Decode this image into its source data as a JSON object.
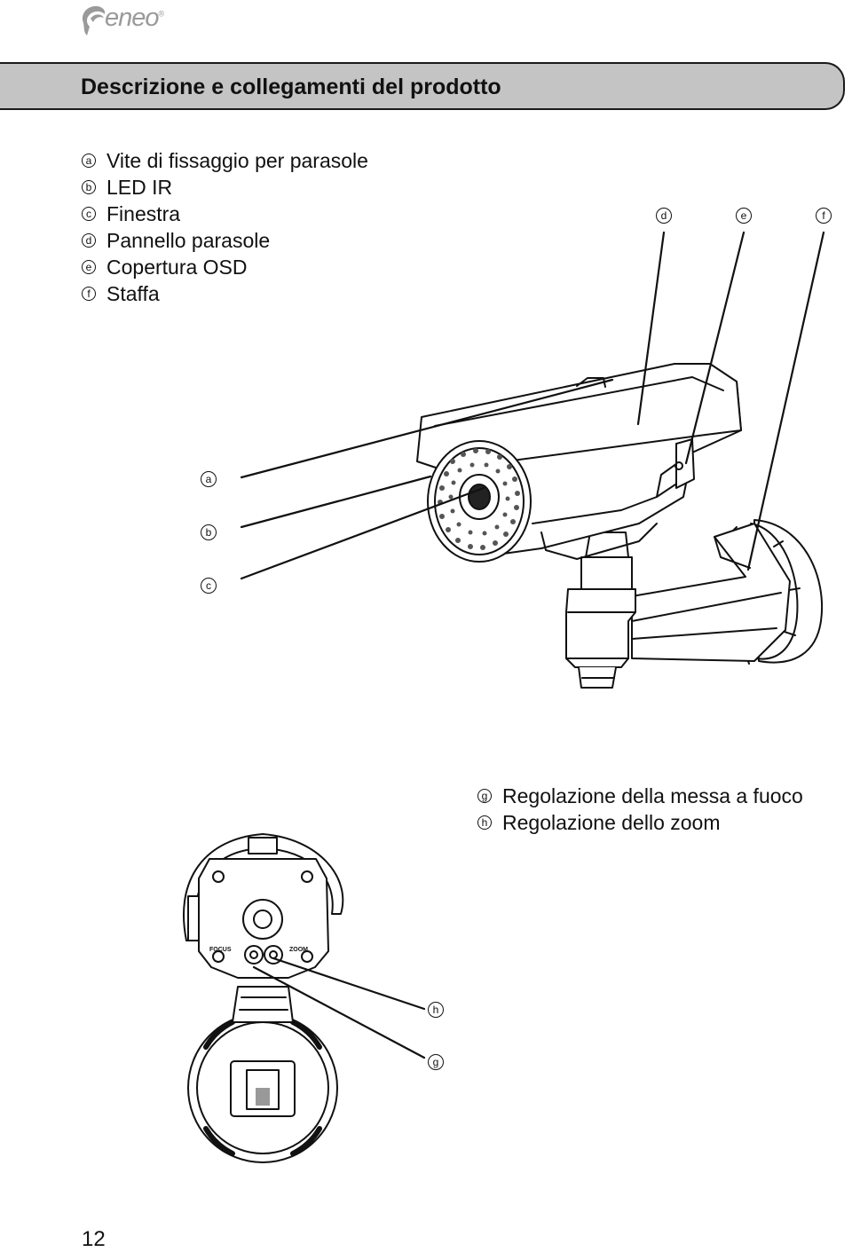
{
  "brand": {
    "name": "eneo",
    "mark": "®"
  },
  "header": {
    "title": "Descrizione e collegamenti del prodotto"
  },
  "legend_top": [
    {
      "letter": "a",
      "label": "Vite di fissaggio per parasole"
    },
    {
      "letter": "b",
      "label": "LED IR"
    },
    {
      "letter": "c",
      "label": "Finestra"
    },
    {
      "letter": "d",
      "label": "Pannello parasole"
    },
    {
      "letter": "e",
      "label": "Copertura OSD"
    },
    {
      "letter": "f",
      "label": "Staffa"
    }
  ],
  "legend_bottom": [
    {
      "letter": "g",
      "label": "Regolazione della messa a fuoco"
    },
    {
      "letter": "h",
      "label": "Regolazione dello zoom"
    }
  ],
  "callouts": {
    "a": "a",
    "b": "b",
    "c": "c",
    "d": "d",
    "e": "e",
    "f": "f",
    "g": "g",
    "h": "h"
  },
  "panel_labels": {
    "focus": "FOCUS",
    "zoom": "ZOOM"
  },
  "page": {
    "number": "12"
  },
  "colors": {
    "header_bg": "#c4c4c4",
    "logo": "#9a9a9a",
    "line": "#111111"
  }
}
